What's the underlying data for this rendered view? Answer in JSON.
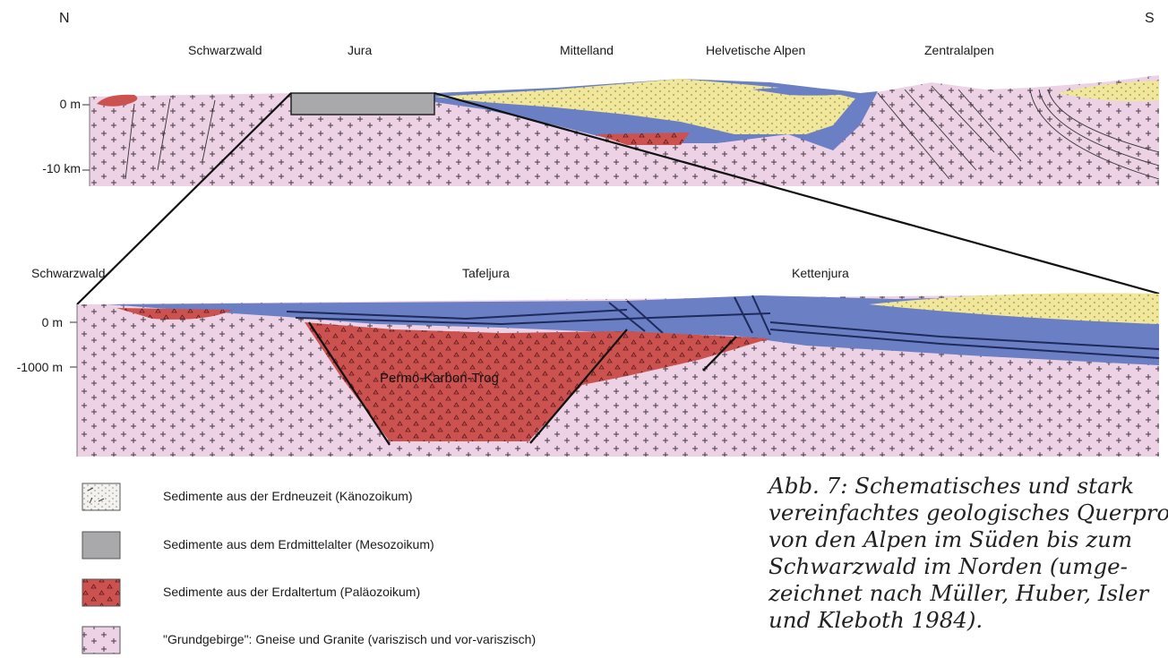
{
  "compass": {
    "north": "N",
    "south": "S"
  },
  "top_profile": {
    "regions": [
      "Schwarzwald",
      "Jura",
      "Mittelland",
      "Helvetische Alpen",
      "Zentralalpen"
    ],
    "depth_ticks": [
      "0 m",
      "-10 km"
    ]
  },
  "bottom_profile": {
    "regions": [
      "Schwarzwald",
      "Tafeljura",
      "Kettenjura"
    ],
    "depth_ticks": [
      "0 m",
      "-1000 m"
    ],
    "basin_label": "Permo-Karbon-Trog"
  },
  "legend": [
    {
      "label": "Sedimente aus der Erdneuzeit (Känozoikum)",
      "color": "#f3f2ee",
      "pattern": "dots"
    },
    {
      "label": "Sedimente aus dem Erdmittelalter (Mesozoikum)",
      "color": "#a9a9ac",
      "pattern": "none"
    },
    {
      "label": "Sedimente aus der Erdaltertum (Paläozoikum)",
      "color": "#cc5250",
      "pattern": "triangles"
    },
    {
      "label": "\"Grundgebirge\": Gneise und Granite (variszisch und vor-variszisch)",
      "color": "#ecd2e4",
      "pattern": "crosses"
    }
  ],
  "caption_lines": [
    "Abb. 7: Schematisches und stark",
    "vereinfachtes geologisches Querprofil",
    "von den Alpen im Süden bis zum",
    "Schwarzwald im Norden (umge-",
    "zeichnet nach Müller, Huber, Isler",
    "und Kleboth 1984)."
  ],
  "colors": {
    "basement": "#ecd2e4",
    "mesozoic": "#6b7fc4",
    "mesozoic_box": "#a9a9ac",
    "cenozoic": "#f1e79a",
    "paleozoic": "#cc5250"
  }
}
